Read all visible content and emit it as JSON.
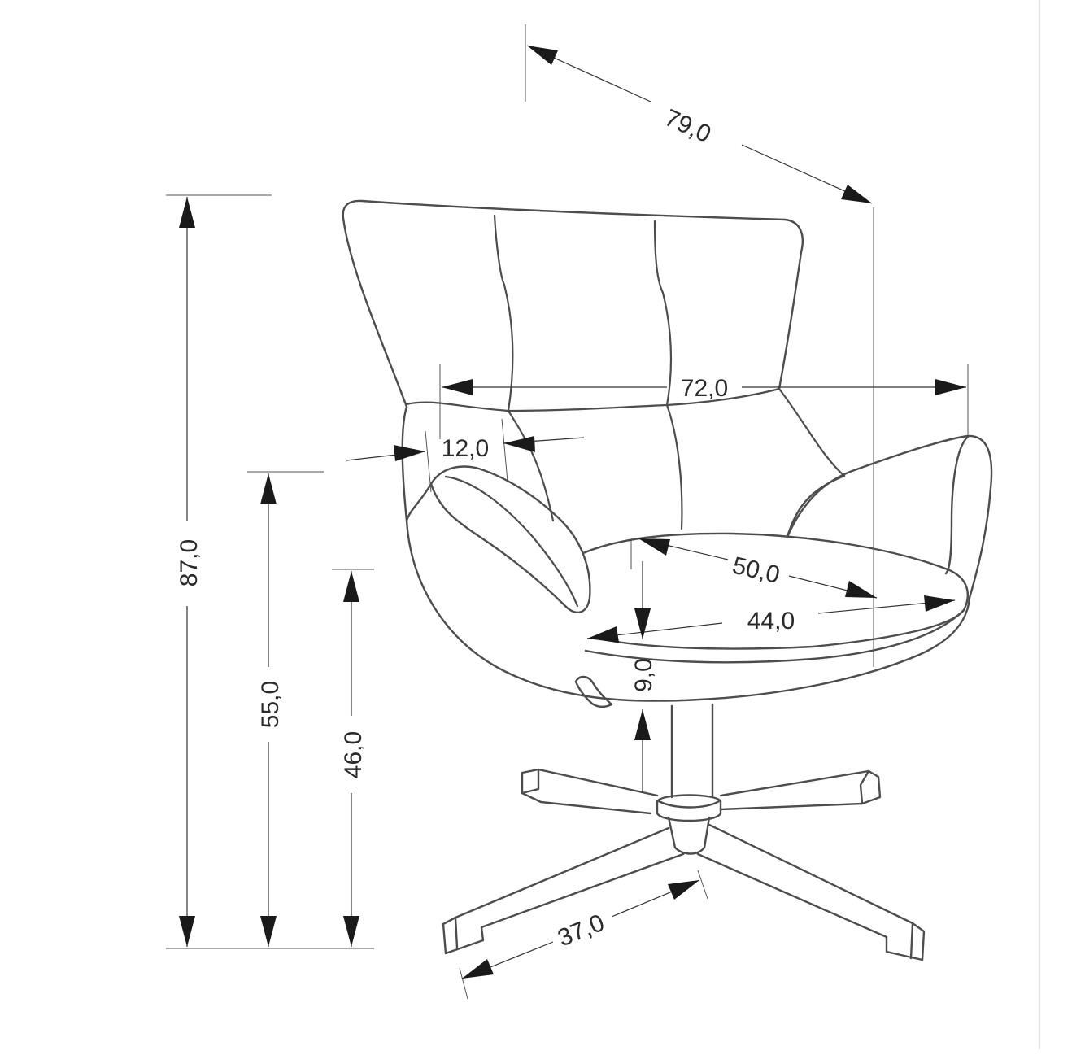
{
  "dimensions": {
    "depth": "79,0",
    "total_height": "87,0",
    "width": "72,0",
    "armrest_width": "12,0",
    "armrest_height": "55,0",
    "seat_height": "46,0",
    "seat_depth": "50,0",
    "seat_width": "44,0",
    "seat_thickness": "9,0",
    "base_leg": "37,0"
  },
  "colors": {
    "line": "#4d4d4d",
    "dimension": "#333333",
    "arrow": "#1a1a1a",
    "background": "#ffffff"
  }
}
